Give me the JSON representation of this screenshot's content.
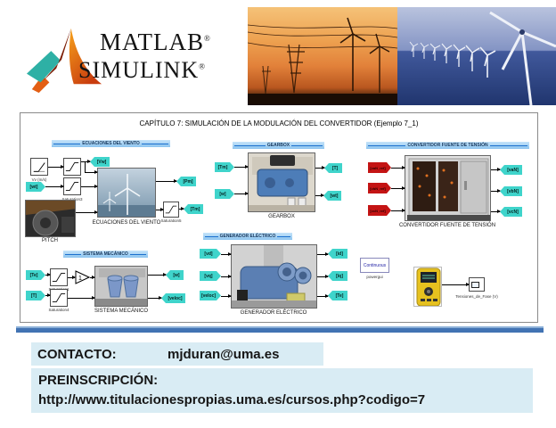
{
  "logo": {
    "matlab": "MATLAB",
    "simulink": "SIMULINK",
    "reg": "®"
  },
  "diagram": {
    "title": "CAPÍTULO 7: SIMULACIÓN DE LA MODULACIÓN DEL CONVERTIDOR (Ejemplo 7_1)",
    "viento": {
      "header": "ECUACIONES DEL VIENTO",
      "vv_label": "Vv (m/s)",
      "saturation_label": "Saturation",
      "saturation3_label": "Saturation3",
      "saturation5_label": "Saturation5",
      "pitch_label": "PITCH",
      "block_label": "ECUACIONES DEL VIENTO",
      "tag_vw": "[Vw]",
      "tag_wt": "[wt]",
      "tag_pm": "[Pm]",
      "tag_tm": "[Tm]"
    },
    "gearbox": {
      "header": "GEARBOX",
      "block_label": "GEARBOX",
      "in_tags": [
        "[Tm]",
        "[w]"
      ],
      "out_tags": [
        "[T]",
        "[wt]"
      ]
    },
    "convertidor": {
      "header": "CONVERTIDOR FUENTE DE TENSIÓN",
      "block_label": "CONVERTIDOR FUENTE DE TENSIÓN",
      "in_tags": [
        "[vaN_ref]",
        "[vbN_ref]",
        "[vcN_ref]"
      ],
      "out_tags": [
        "[vaN]",
        "[vbN]",
        "[vcN]"
      ]
    },
    "mecanico": {
      "header": "SISTEMA MECÁNICO",
      "block_label": "SISTEMA MECÁNICO",
      "tag_te": "[Te]",
      "tag_t": "[T]",
      "saturation1_label": "Saturation1",
      "saturation4_label": "Saturation4",
      "gain_value": "1",
      "tag_w": "[w]",
      "tag_veloc": "[veloc]"
    },
    "generador": {
      "header": "GENERADOR ELÉCTRICO",
      "block_label": "GENERADOR ELÉCTRICO",
      "in_tags": [
        "[vd]",
        "[vq]",
        "[veloc]"
      ],
      "out_tags": [
        "[id]",
        "[iq]",
        "[Te]"
      ]
    },
    "powergui": {
      "block_text": "Continuous",
      "label": "powergui"
    },
    "scope": {
      "label": "Tensiones_de_Fase (V)"
    }
  },
  "contact": {
    "label": "CONTACTO:",
    "email": "mjduran@uma.es"
  },
  "enrollment": {
    "label": "PREINSCRIPCIÓN:",
    "url": "http://www.titulacionespropias.uma.es/cursos.php?codigo=7"
  },
  "colors": {
    "tag_teal": "#3fd4cb",
    "tag_red": "#c41414",
    "section_header_blue": "#8cc4ef",
    "divider_blue": "#4273b3",
    "info_box_bg": "#d9ecf4"
  }
}
